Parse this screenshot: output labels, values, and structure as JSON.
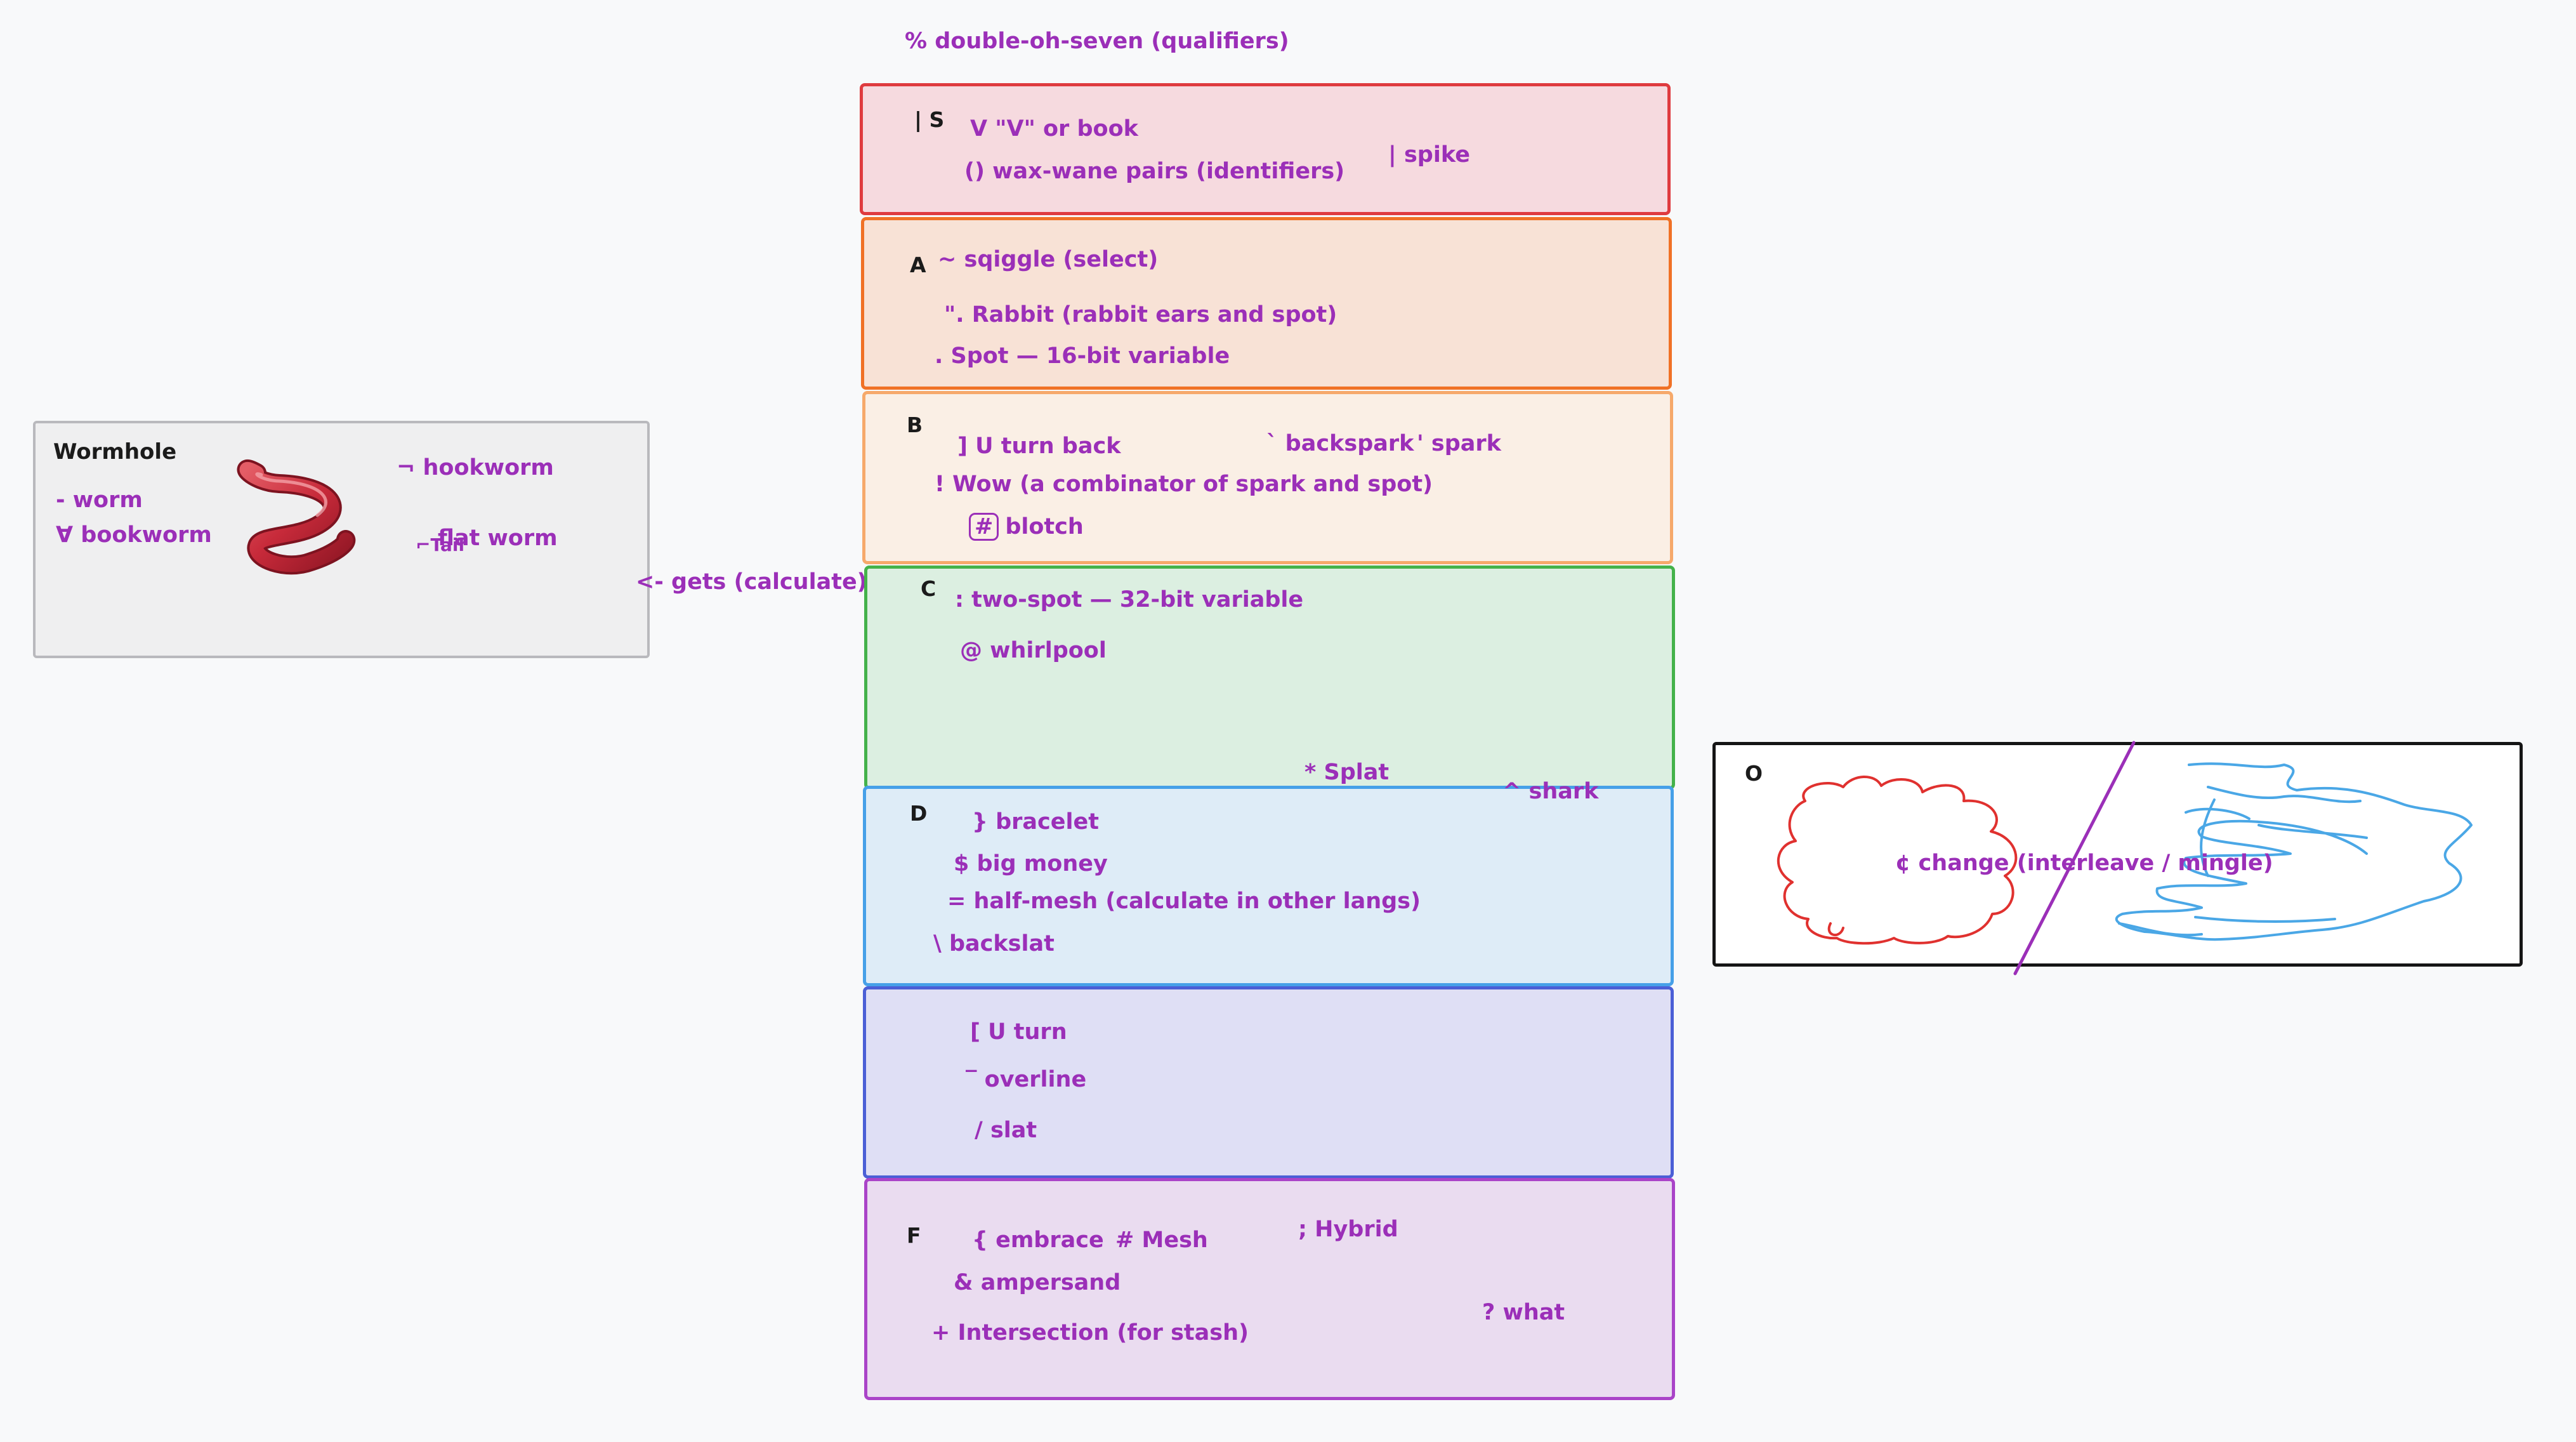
{
  "colors": {
    "ink": "#9b2fb8",
    "label": "#1b1b1b",
    "canvas": "#f8f9fa"
  },
  "header": {
    "title": "% double-oh-seven (qualifiers)"
  },
  "wormhole": {
    "title": "Wormhole",
    "items": {
      "worm": "- worm",
      "bookworm": "∀ bookworm",
      "hookworm": "¬ hookworm",
      "flat_worm": "flat worm",
      "tail": "⌐Tail"
    },
    "gets": "<- gets (calculate)",
    "image_icon": "worm-icon"
  },
  "bands": {
    "s": {
      "label": "| S",
      "items": {
        "v_or_book": "V \"V\" or book",
        "wax_wane": "() wax-wane pairs (identifiers)",
        "spike": "| spike"
      }
    },
    "a": {
      "label": "A",
      "items": {
        "sqiggle": "~ sqiggle (select)",
        "rabbit": "\". Rabbit (rabbit ears and spot)",
        "spot": ". Spot — 16-bit variable"
      }
    },
    "b": {
      "label": "B",
      "items": {
        "u_turn_back": "] U turn back",
        "backspark": "` backspark",
        "spark": "' spark",
        "wow": "! Wow (a combinator of spark and spot)",
        "blotch_symbol": "#",
        "blotch": "blotch"
      }
    },
    "c": {
      "label": "C",
      "items": {
        "two_spot": ": two-spot — 32-bit variable",
        "whirlpool": "@ whirlpool",
        "splat": "* Splat",
        "shark": "^ shark"
      }
    },
    "d": {
      "label": "D",
      "items": {
        "bracelet": "} bracelet",
        "big_money": "$ big money",
        "half_mesh": "= half-mesh (calculate in other langs)",
        "backslat": "\\ backslat"
      }
    },
    "e": {
      "label": "",
      "items": {
        "u_turn": "[ U turn",
        "overline": "‾ overline",
        "slat": "/ slat"
      }
    },
    "f": {
      "label": "F",
      "items": {
        "embrace": "{ embrace",
        "mesh": "# Mesh",
        "hybrid": "; Hybrid",
        "ampersand": "& ampersand",
        "intersection": "+ Intersection (for stash)",
        "what": "? what"
      }
    }
  },
  "o_panel": {
    "label": "O",
    "change": "¢ change (interleave / mingle)"
  }
}
